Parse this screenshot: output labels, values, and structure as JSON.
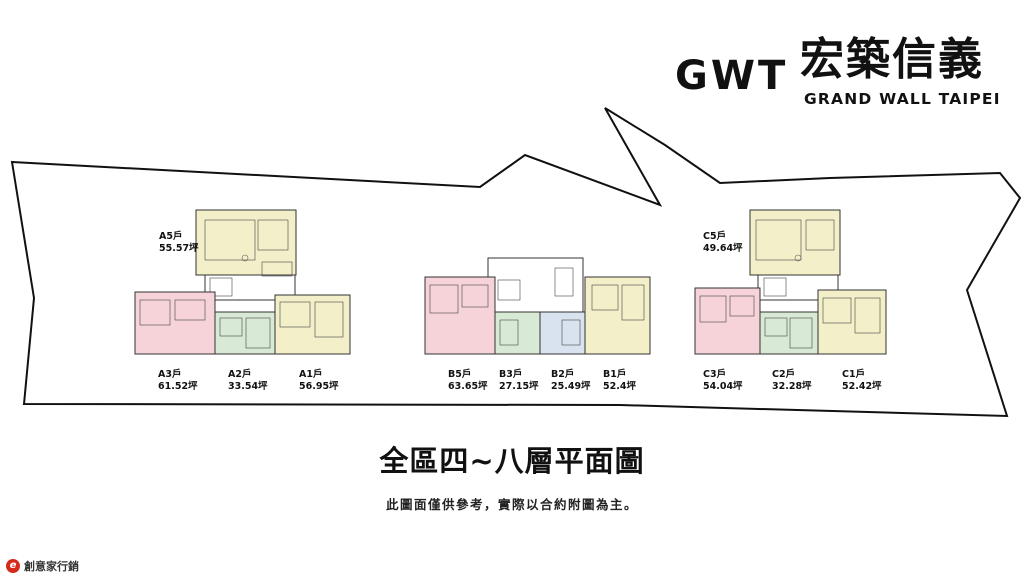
{
  "logo": {
    "mark": "GWT",
    "chinese": "宏築信義",
    "english": "GRAND WALL TAIPEI"
  },
  "units": {
    "A5": {
      "name": "A5戶",
      "area": "55.57坪"
    },
    "A3": {
      "name": "A3戶",
      "area": "61.52坪"
    },
    "A2": {
      "name": "A2戶",
      "area": "33.54坪"
    },
    "A1": {
      "name": "A1戶",
      "area": "56.95坪"
    },
    "B5": {
      "name": "B5戶",
      "area": "63.65坪"
    },
    "B3": {
      "name": "B3戶",
      "area": "27.15坪"
    },
    "B2": {
      "name": "B2戶",
      "area": "25.49坪"
    },
    "B1": {
      "name": "B1戶",
      "area": "52.4坪"
    },
    "C5": {
      "name": "C5戶",
      "area": "49.64坪"
    },
    "C3": {
      "name": "C3戶",
      "area": "54.04坪"
    },
    "C2": {
      "name": "C2戶",
      "area": "32.28坪"
    },
    "C1": {
      "name": "C1戶",
      "area": "52.42坪"
    }
  },
  "title": "全區四~八層平面圖",
  "disclaimer": "此圖面僅供參考，實際以合約附圖為主。",
  "footer": {
    "brand": "創意家行銷"
  },
  "colors": {
    "unit5": "#f3efc9",
    "unit3": "#f6d3d8",
    "unit2": "#d8ead6",
    "unitB2": "#d8e3ef",
    "unit1": "#f3efc9",
    "brand_red": "#d42a1c"
  }
}
